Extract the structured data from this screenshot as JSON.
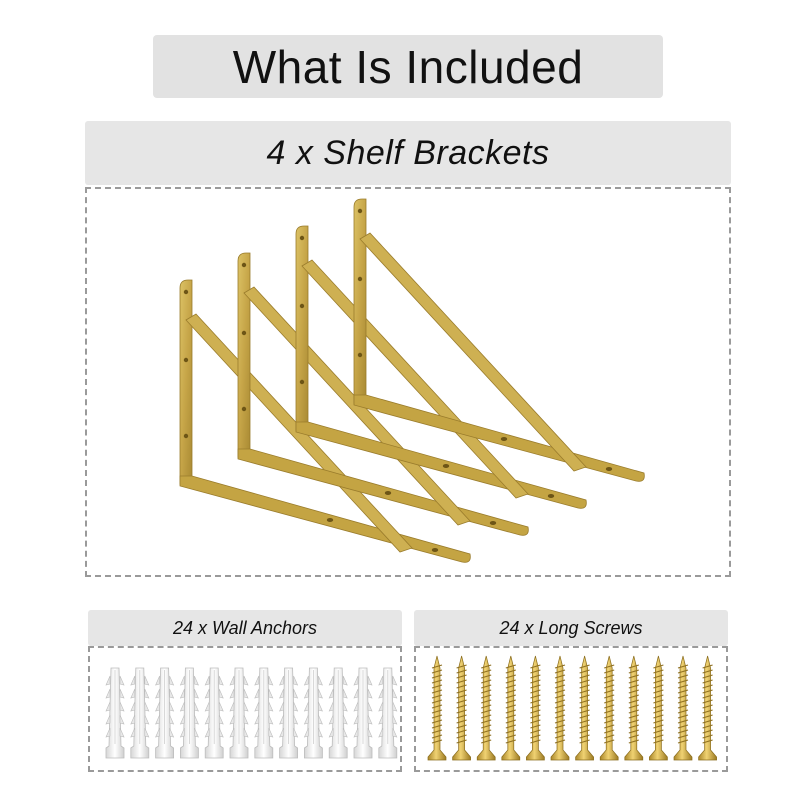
{
  "title": "What Is Included",
  "brackets": {
    "label": "4 x Shelf Brackets",
    "count": 4,
    "color": "#c9ab4a"
  },
  "anchors": {
    "label": "24 x Wall Anchors",
    "count": 12,
    "color": "#f2f2f2"
  },
  "screws": {
    "label": "24 x Long Screws",
    "count": 12,
    "color": "#d9b54c"
  }
}
